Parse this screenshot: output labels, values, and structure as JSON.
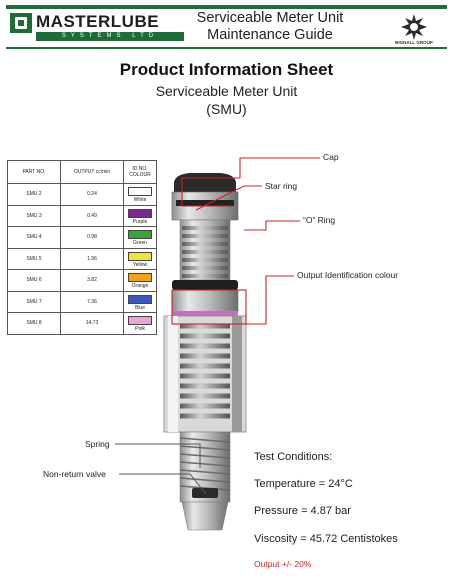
{
  "header": {
    "logo": "MASTERLUBE",
    "logo_sub": "SYSTEMS LTD",
    "title_line1": "Serviceable Meter Unit",
    "title_line2": "Maintenance Guide",
    "group_logo": "BIGNALL GROUP"
  },
  "sheet": {
    "title": "Product Information Sheet",
    "subtitle_line1": "Serviceable Meter Unit",
    "subtitle_line2": "(SMU)"
  },
  "table": {
    "headers": [
      "PART NO.",
      "OUTPUT cc/min",
      "ID NO. COLOUR"
    ],
    "rows": [
      {
        "part": "SMU 2",
        "output": "0.24",
        "colour": "White",
        "hex": "#ffffff"
      },
      {
        "part": "SMU 3",
        "output": "0.49",
        "colour": "Purple",
        "hex": "#7a2a8c"
      },
      {
        "part": "SMU 4",
        "output": "0.98",
        "colour": "Green",
        "hex": "#3aa53a"
      },
      {
        "part": "SMU 5",
        "output": "1.96",
        "colour": "Yellow",
        "hex": "#f2e23a"
      },
      {
        "part": "SMU 6",
        "output": "3.82",
        "colour": "Orange",
        "hex": "#f0a21e"
      },
      {
        "part": "SMU 7",
        "output": "7.36",
        "colour": "Blue",
        "hex": "#3d57b8"
      },
      {
        "part": "SMU 8",
        "output": "14.73",
        "colour": "Pink",
        "hex": "#e7a6d6"
      }
    ]
  },
  "labels": {
    "cap": "Cap",
    "star_ring": "Star ring",
    "o_ring": "“O” Ring",
    "output_id": "Output Identification colour",
    "spring": "Spring",
    "non_return": "Non-return valve"
  },
  "test_conditions": {
    "heading": "Test Conditions:",
    "temperature": "Temperature = 24°C",
    "pressure": "Pressure = 4.87 bar",
    "viscosity": "Viscosity = 45.72 Centistokes",
    "output": "Output +/- 20%"
  },
  "colors": {
    "brand_green": "#1f6b3a",
    "leader_red": "#c8232c",
    "accent_red": "#d42020"
  }
}
